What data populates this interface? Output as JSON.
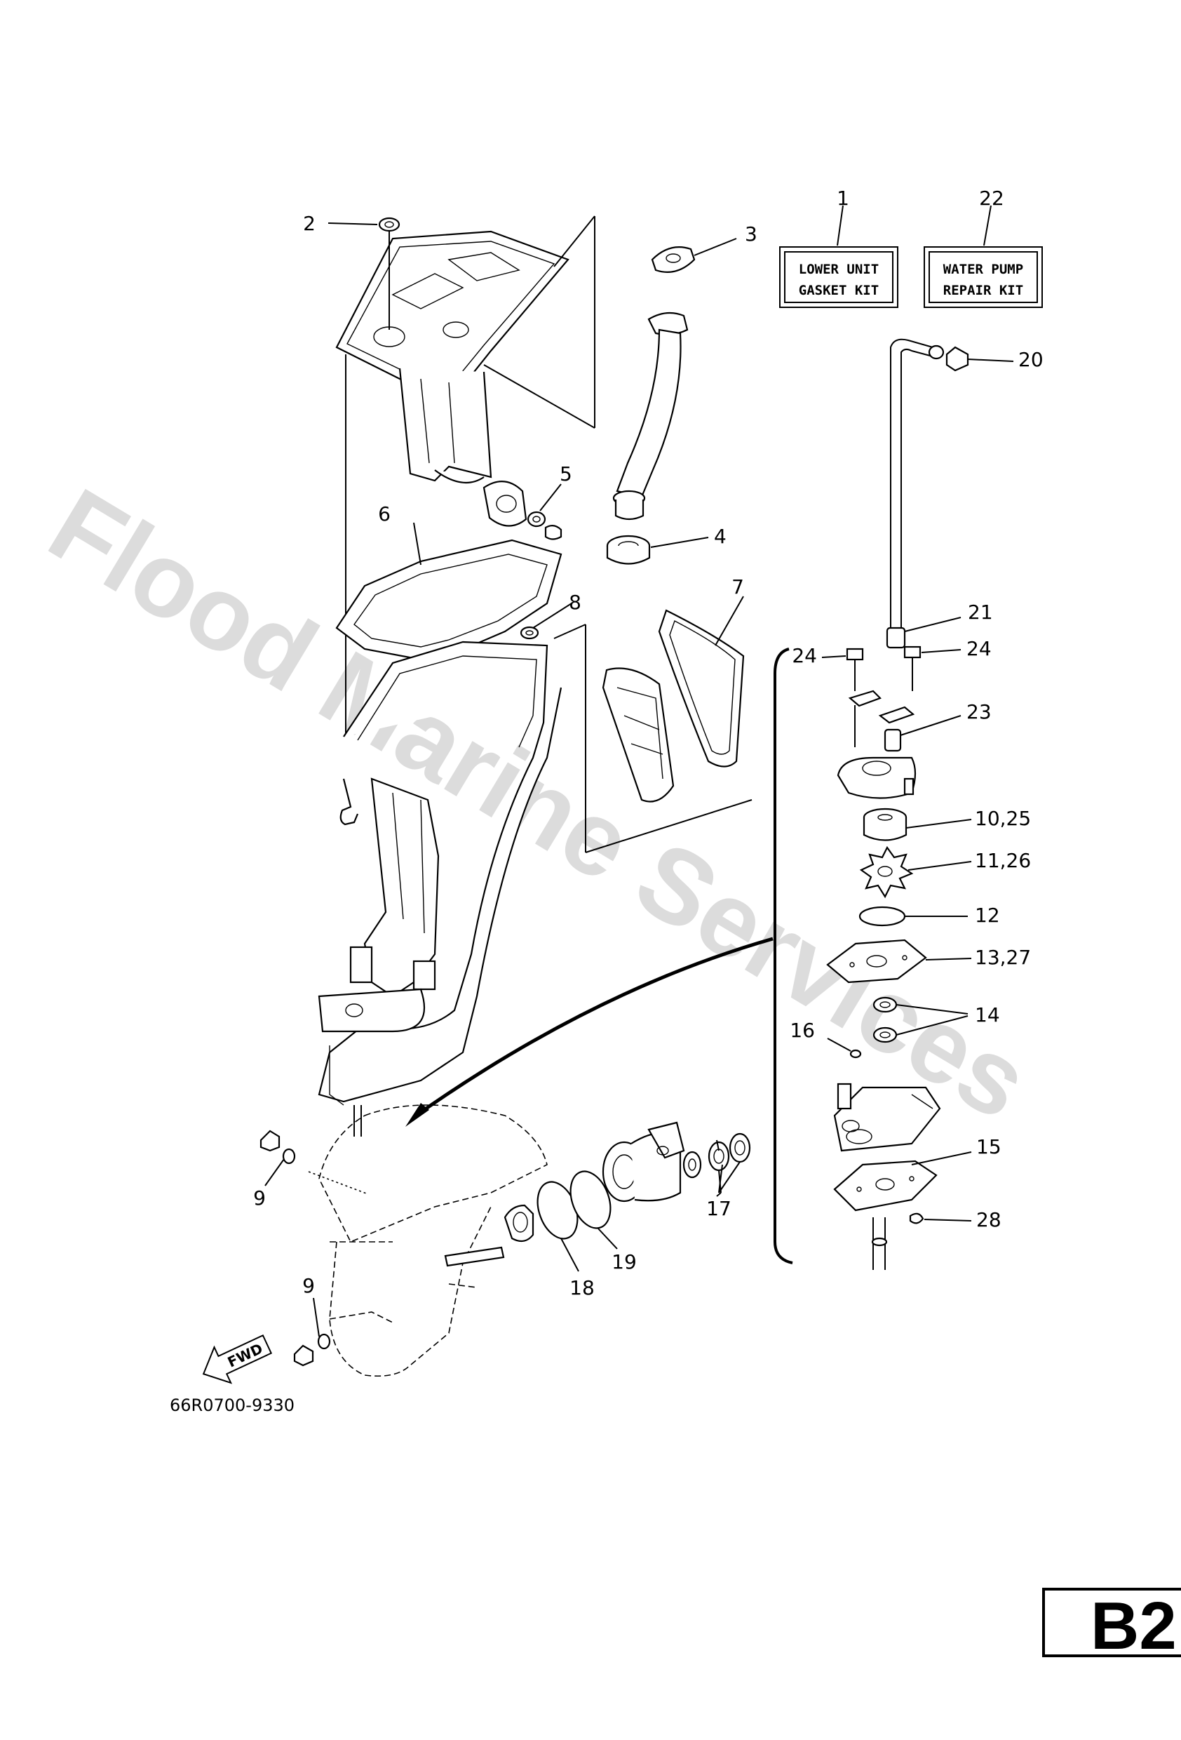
{
  "watermark": "Flood Marine Services",
  "kits": [
    {
      "number": "1",
      "line1": "LOWER UNIT",
      "line2": "GASKET KIT"
    },
    {
      "number": "22",
      "line1": "WATER PUMP",
      "line2": "REPAIR KIT"
    }
  ],
  "callouts": {
    "c2": "2",
    "c3": "3",
    "c4": "4",
    "c5": "5",
    "c6": "6",
    "c7": "7",
    "c8": "8",
    "c9a": "9",
    "c9b": "9",
    "c20": "20",
    "c21": "21",
    "c24a": "24",
    "c24b": "24",
    "c23": "23",
    "c10_25": "10,25",
    "c11_26": "11,26",
    "c12": "12",
    "c13_27": "13,27",
    "c14": "14",
    "c16": "16",
    "c15": "15",
    "c28": "28",
    "c17": "17",
    "c18": "18",
    "c19": "19"
  },
  "fwd_label": "FWD",
  "diagram_code": "66R0700-9330",
  "page_label": "B2"
}
